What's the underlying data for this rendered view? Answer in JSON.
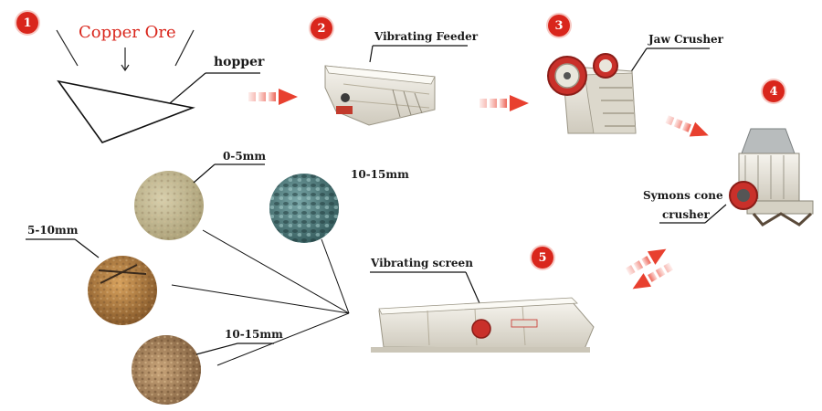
{
  "steps": {
    "s1": {
      "num": "1",
      "title": "Copper Ore",
      "label": "hopper"
    },
    "s2": {
      "num": "2",
      "label": "Vibrating Feeder"
    },
    "s3": {
      "num": "3",
      "label": "Jaw Crusher"
    },
    "s4": {
      "num": "4",
      "label_line1": "Symons cone",
      "label_line2": "crusher"
    },
    "s5": {
      "num": "5",
      "label": "Vibrating screen"
    }
  },
  "products": {
    "p1": "0-5mm",
    "p2": "10-15mm",
    "p3": "5-10mm",
    "p4": "10-15mm"
  },
  "colors": {
    "badge": "#d9261c",
    "arrow": "#e8402f",
    "machine": "#e9e6dc"
  }
}
